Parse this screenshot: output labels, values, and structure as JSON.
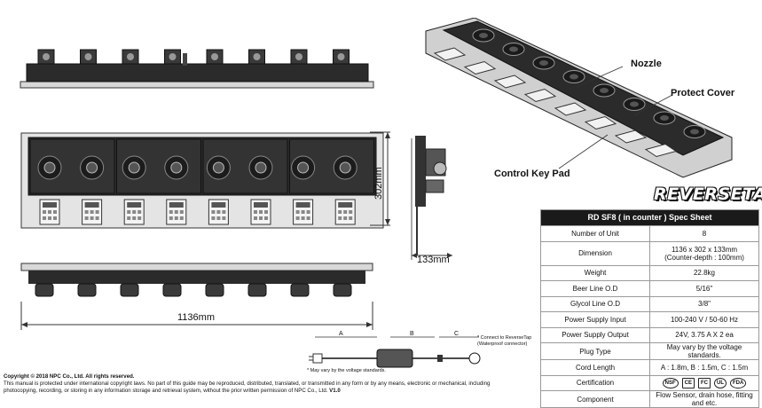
{
  "brand": {
    "logo_text": "REVERSETAP"
  },
  "callouts": {
    "nozzle": "Nozzle",
    "protect_cover": "Protect Cover",
    "control_key_pad": "Control Key Pad"
  },
  "dimensions": {
    "width": "1136mm",
    "depth": "302mm",
    "height": "133mm"
  },
  "cable_diagram": {
    "label_a": "A",
    "label_b": "B",
    "label_c": "C",
    "connect_note": "* Connect to ReverseTap (Waterproof connector)",
    "vary_note": "* May vary by the voltage standards."
  },
  "spec_sheet": {
    "title": "RD SF8 ( in counter ) Spec Sheet",
    "rows": [
      {
        "label": "Number of Unit",
        "value": "8",
        "value2": ""
      },
      {
        "label": "Dimension",
        "value": "1136 x 302 x 133mm",
        "value2": "(Counter-depth : 100mm)"
      },
      {
        "label": "Weight",
        "value": "22.8kg",
        "value2": ""
      },
      {
        "label": "Beer Line O.D",
        "value": "5/16\"",
        "value2": ""
      },
      {
        "label": "Glycol Line O.D",
        "value": "3/8\"",
        "value2": ""
      },
      {
        "label": "Power Supply Input",
        "value": "100-240 V / 50-60 Hz",
        "value2": ""
      },
      {
        "label": "Power Supply Output",
        "value": "24V, 3.75 A X 2 ea",
        "value2": ""
      },
      {
        "label": "Plug Type",
        "value": "May vary by the voltage standards.",
        "value2": ""
      },
      {
        "label": "Cord Length",
        "value": "A : 1.8m, B : 1.5m, C : 1.5m",
        "value2": ""
      },
      {
        "label": "Certification",
        "value": "",
        "value2": ""
      },
      {
        "label": "Component",
        "value": "Flow Sensor, drain hose, fitting and etc.",
        "value2": ""
      }
    ],
    "certifications": [
      "NSF",
      "CE",
      "FC",
      "UL",
      "FDA"
    ]
  },
  "copyright": {
    "line1": "Copyright © 2018 NPC Co., Ltd. All rights reserved.",
    "line2": "This manual is protected under international copyright laws. No part of this guide may be reproduced, distributed, translated, or transmitted in any form or by any means, electronic or mechanical, including",
    "line3_prefix": "photocopying, recording, or storing in any information storage and retrieval system, without the prior written permission of NPC Co., Ltd.",
    "version": "V1.0"
  }
}
